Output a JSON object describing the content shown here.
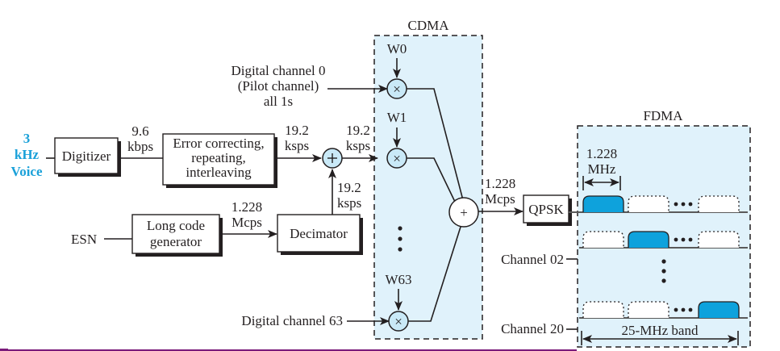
{
  "diagram": {
    "input": {
      "line1": "3",
      "line2": "kHz",
      "line3": "Voice",
      "color": "#1ba1d9"
    },
    "blocks": {
      "digitizer": "Digitizer",
      "error_correcting": [
        "Error correcting,",
        "repeating,",
        "interleaving"
      ],
      "long_code": [
        "Long code",
        "generator"
      ],
      "decimator": "Decimator",
      "qpsk": "QPSK"
    },
    "rates": {
      "digitizer_out": [
        "9.6",
        "kbps"
      ],
      "ec_out": [
        "19.2",
        "ksps"
      ],
      "sum_out": [
        "19.2",
        "ksps"
      ],
      "decimator_out": [
        "19.2",
        "ksps"
      ],
      "long_code_out": [
        "1.228",
        "Mcps"
      ],
      "cdma_out": [
        "1.228",
        "Mcps"
      ]
    },
    "labels": {
      "esn": "ESN",
      "pilot": [
        "Digital channel 0",
        "(Pilot channel)",
        "all 1s"
      ],
      "channel63": "Digital channel 63"
    },
    "cdma": {
      "title": "CDMA",
      "walsh_codes": [
        "W0",
        "W1",
        "W63"
      ],
      "multiply_symbol": "×",
      "sum_symbol": "+",
      "background": "#e0f2fb"
    },
    "fdma": {
      "title": "FDMA",
      "channel_width": [
        "1.228",
        "MHz"
      ],
      "band_label": "25-MHz band",
      "channel_labels": [
        "Channel 02",
        "Channel 20"
      ],
      "rows": [
        {
          "active_slot": 1
        },
        {
          "active_slot": 2
        },
        {
          "active_slot": 3
        }
      ],
      "active_color": "#0ea2dc"
    },
    "footer_color": "#7a1a7a"
  }
}
